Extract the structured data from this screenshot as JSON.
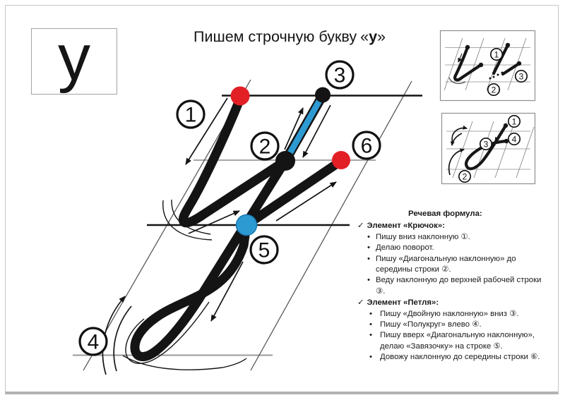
{
  "title": {
    "text": "Пишем строчную букву",
    "q_open": "«",
    "letter": "у",
    "q_close": "»"
  },
  "letter_card": {
    "letter": "у"
  },
  "diagram": {
    "steps": [
      "1",
      "2",
      "3",
      "4",
      "5",
      "6"
    ]
  },
  "mini1": {
    "steps": [
      "1",
      "2",
      "3"
    ]
  },
  "mini2": {
    "steps": [
      "1",
      "2",
      "3",
      "4"
    ]
  },
  "speech": {
    "heading": "Речевая формула:",
    "bullet": "•",
    "sections": [
      {
        "check": "✓",
        "title": "Элемент «Крючок»:",
        "items": [
          "Пишу вниз наклонную ①.",
          "Делаю поворот.",
          "Пишу «Диагональную наклонную» до середины строки ②.",
          "Веду наклонную до верхней рабочей строки ③."
        ]
      },
      {
        "check": "✓",
        "title": "Элемент «Петля»:",
        "items": [
          "Пишу «Двойную наклонную» вниз ③.",
          "Пишу «Полукруг» влево ④.",
          "Пишу вверх «Диагональную наклонную», делаю «Завязочку» на строке ⑤.",
          "Довожу наклонную до середины строки ⑥."
        ]
      }
    ]
  },
  "colors": {
    "blue": "#2e9ad2",
    "red": "#e31f26",
    "ink": "#141414"
  }
}
